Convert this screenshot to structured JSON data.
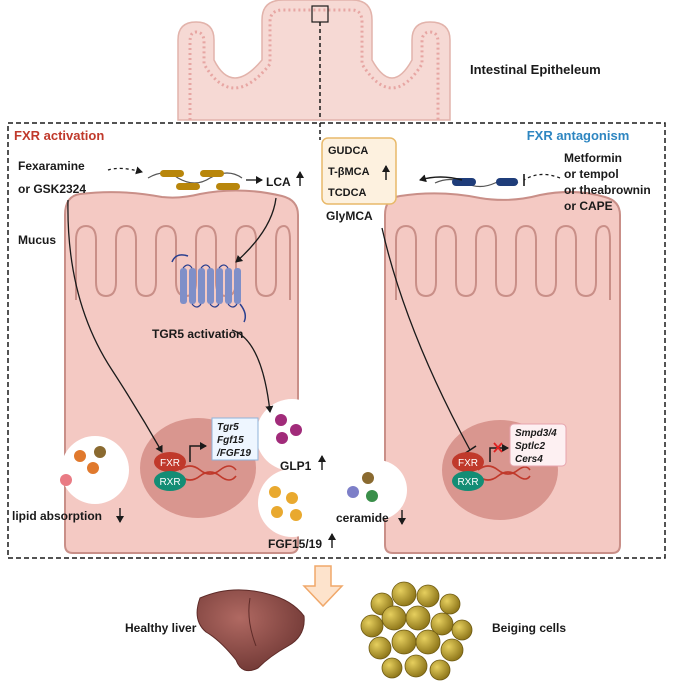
{
  "header": {
    "epithelium_label": "Intestinal Epitheleum"
  },
  "left_panel": {
    "title": "FXR activation",
    "agonist_line1": "Fexaramine",
    "agonist_line2": "or GSK2324",
    "lca_label": "LCA",
    "mucus_label": "Mucus",
    "tgr5_label": "TGR5 activation",
    "genes": [
      "Tgr5",
      "Fgf15",
      "/FGF19"
    ],
    "fxr_label": "FXR",
    "rxr_label": "RXR",
    "glp1_label": "GLP1",
    "fgf_label": "FGF15/19",
    "lipid_label": "lipid absorption"
  },
  "right_panel": {
    "title": "FXR antagonism",
    "bile_acids": [
      "GUDCA",
      "T-βMCA",
      "TCDCA"
    ],
    "glymca_label": "GlyMCA",
    "antagonists": [
      "Metformin",
      "or tempol",
      "or theabrownin",
      "or CAPE"
    ],
    "genes": [
      "Smpd3/4",
      "Sptlc2",
      "Cers4"
    ],
    "fxr_label": "FXR",
    "rxr_label": "RXR",
    "ceramide_label": "ceramide"
  },
  "outcomes": {
    "liver_label": "Healthy liver",
    "beige_label": "Beiging cells"
  },
  "colors": {
    "activation_title": "#c0392b",
    "antagonism_title": "#2e86c1",
    "cell_fill": "#f4c9c3",
    "cell_stroke": "#c98f88",
    "fxr": "#c0392b",
    "rxr": "#138d75",
    "tgr5": "#7f8fc8",
    "liver": "#8e4f4a",
    "beige": "#b59a2b"
  }
}
